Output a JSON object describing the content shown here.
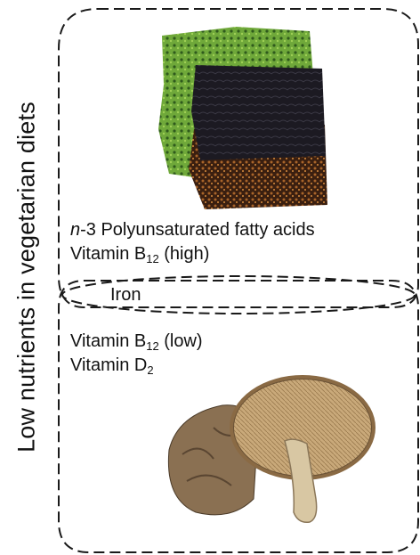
{
  "side_title": "Low nutrients in vegetarian diets",
  "top_group": {
    "image": "seaweed-sheets",
    "lines": [
      {
        "prefix_italic": "n",
        "text": "-3 Polyunsaturated fatty acids"
      },
      {
        "text": "Vitamin B",
        "sub": "12",
        "suffix": " (high)"
      }
    ]
  },
  "shared_label": "Iron",
  "bottom_group": {
    "image": "dried-shiitake-mushroom",
    "lines": [
      {
        "text": "Vitamin B",
        "sub": "12",
        "suffix": " (low)"
      },
      {
        "text": "Vitamin D",
        "sub": "2",
        "suffix": ""
      }
    ]
  },
  "colors": {
    "outline": "#1a1a1a",
    "seaweed_green": "#6fa83a",
    "seaweed_dark": "#1c1a22",
    "seaweed_brown": "#6b3a18",
    "mushroom_cap": "#b09670",
    "mushroom_gills": "#c9a97a",
    "mushroom_stem": "#d8c7a3"
  }
}
